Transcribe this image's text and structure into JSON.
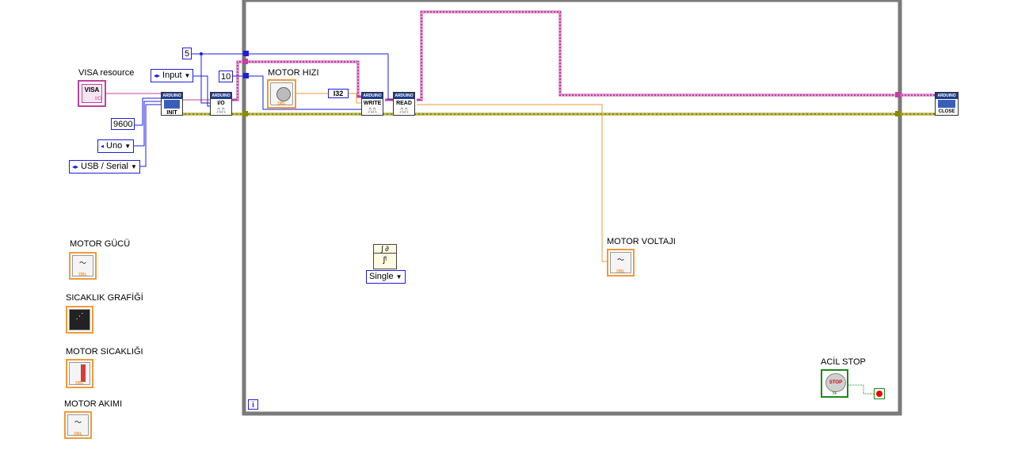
{
  "controls": {
    "visa_resource_label": "VISA resource",
    "visa_text": "VISA",
    "visa_sub": "I/O",
    "baud_rate": "9600",
    "board_type": "Uno",
    "connection_type": "USB / Serial",
    "pin_mode": "Input",
    "const_pin": "5",
    "const_value": "10",
    "numeric_type": "I32",
    "timing_mode": "Single"
  },
  "vis": {
    "header": "ARDUINO",
    "init": "INIT",
    "set_pin": "I/O",
    "write": "WRITE",
    "read": "READ",
    "close": "CLOSE"
  },
  "indicators": {
    "motor_hizi": "MOTOR HIZI",
    "motor_voltaji": "MOTOR VOLTAJI",
    "motor_gucu": "MOTOR GÜCÜ",
    "sicaklik_grafigi": "SICAKLIK GRAFİĞİ",
    "motor_sicakligi": "MOTOR SICAKLIĞI",
    "motor_akimi": "MOTOR AKIMI",
    "acil_stop": "ACİL STOP",
    "stop_text": "STOP",
    "tf": "TF",
    "dbl": "DBL",
    "loop_iteration": "i"
  },
  "colors": {
    "visa_wire": "#c040a0",
    "error_wire": "#8a8a00",
    "numeric_wire": "#f09a3a",
    "int_wire": "#1d1de0",
    "loop_frame": "#7a7a7a",
    "bool_wire": "#1a8a1a"
  }
}
